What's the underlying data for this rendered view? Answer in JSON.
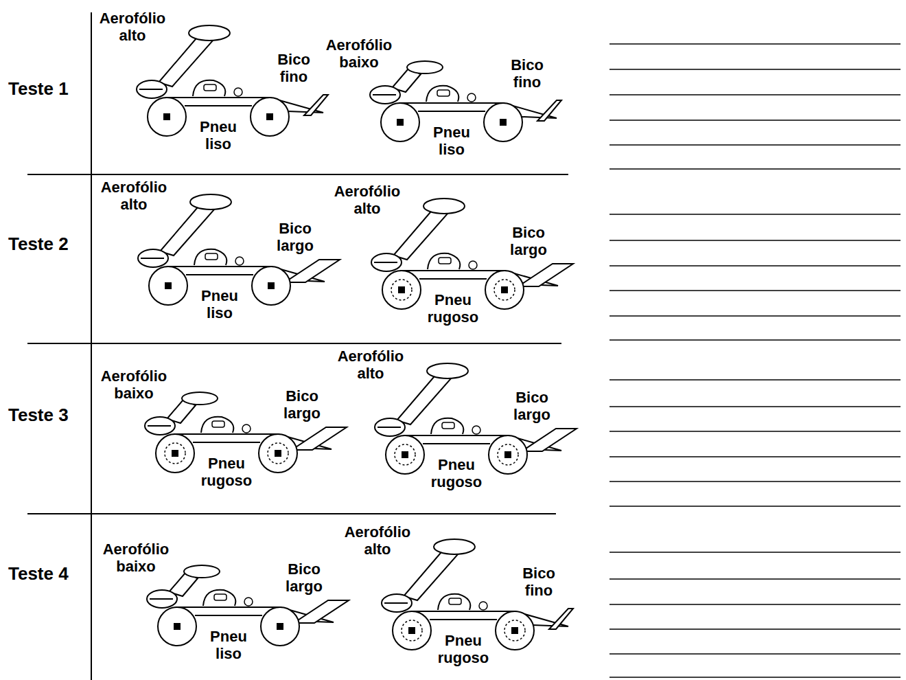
{
  "diagram": {
    "labels": [
      "Teste 1",
      "Aerofólio alto",
      "Bico fino",
      "Pneu liso",
      "Aerofólio baixo",
      "Bico fino",
      "Pneu liso",
      "Teste 2",
      "Aerofólio alto",
      "Bico largo",
      "Pneu liso",
      "Aerofólio alto",
      "Bico largo",
      "Pneu rugoso",
      "Teste 3",
      "Aerofólio baixo",
      "Bico largo",
      "Pneu rugoso",
      "Aerofólio alto",
      "Bico largo",
      "Pneu rugoso",
      "Teste 4",
      "Aerofólio baixo",
      "Bico largo",
      "Pneu liso",
      "Aerofólio alto",
      "Bico fino",
      "Pneu rugoso"
    ]
  }
}
